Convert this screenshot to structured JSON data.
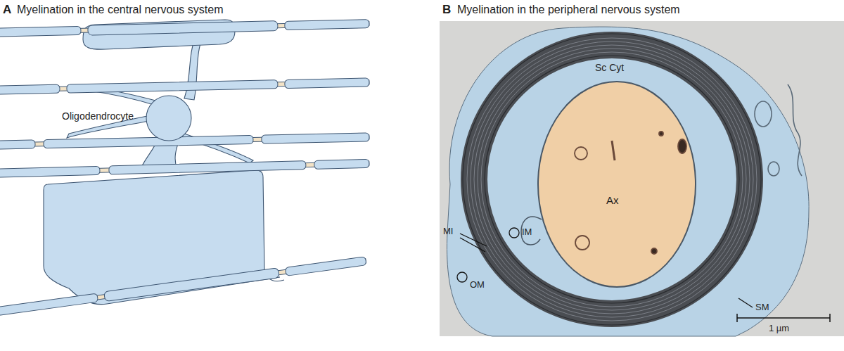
{
  "diagram": {
    "labels": [
      "A",
      "Myelination in the central nervous system",
      "B",
      "Myelination in the peripheral nervous system",
      "Oligodendrocyte",
      "Sc Cyt",
      "Ax",
      "MI",
      "IM",
      "OM",
      "SM",
      "1 µm"
    ]
  }
}
